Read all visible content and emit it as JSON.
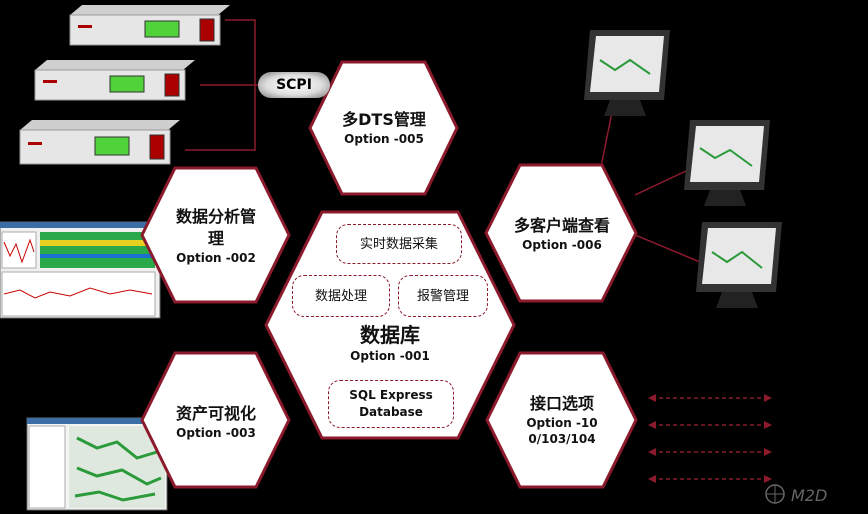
{
  "scpi_label": "SCPI",
  "hexes": {
    "dts": {
      "title": "多DTS管理",
      "option": "Option -005"
    },
    "analysis": {
      "title": "数据分析管理",
      "option": "Option -002"
    },
    "client": {
      "title": "多客户端查看",
      "option": "Option -006"
    },
    "asset": {
      "title": "资产可视化",
      "option": "Option -003"
    },
    "interface": {
      "title": "接口选项",
      "option": "Option -100/103/104"
    },
    "database": {
      "title": "数据库",
      "option": "Option -001"
    }
  },
  "database_features": {
    "realtime": "实时数据采集",
    "processing": "数据处理",
    "alarm": "报警管理",
    "sql": "SQL Express Database"
  },
  "logo_text": "M2D",
  "colors": {
    "accent": "#8b1a2c",
    "hex_fill": "#ffffff",
    "background": "#000000"
  }
}
